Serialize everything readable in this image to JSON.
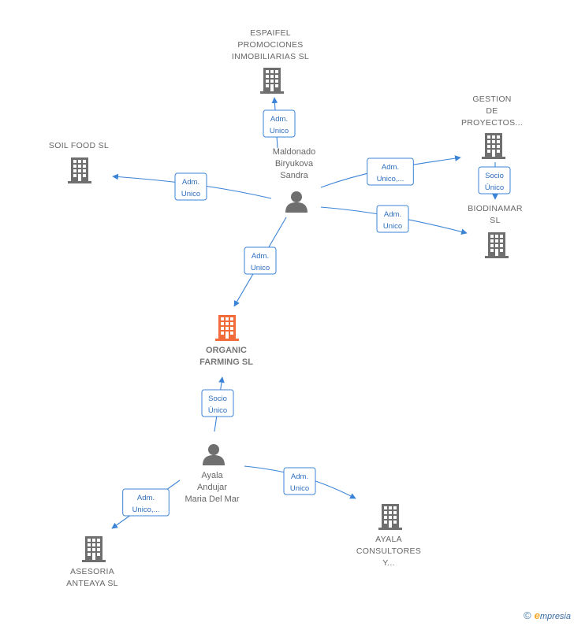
{
  "colors": {
    "edge": "#3b83d6",
    "building": "#6f6f6f",
    "main_building": "#f26b3a",
    "person": "#6f6f6f"
  },
  "nodes": [
    {
      "id": "espaifel",
      "type": "company",
      "lines": [
        "ESPAIFEL",
        "PROMOCIONES",
        "INMOBILIARIAS SL"
      ]
    },
    {
      "id": "gestion",
      "type": "company",
      "lines": [
        "GESTION",
        "DE",
        "PROYECTOS..."
      ]
    },
    {
      "id": "soilfood",
      "type": "company",
      "lines": [
        "SOIL FOOD  SL"
      ]
    },
    {
      "id": "maldonado",
      "type": "person",
      "lines": [
        "Maldonado",
        "Biryukova",
        "Sandra"
      ]
    },
    {
      "id": "biodinamar",
      "type": "company",
      "lines": [
        "BIODINAMAR",
        "SL"
      ]
    },
    {
      "id": "organic",
      "type": "main",
      "lines": [
        "ORGANIC",
        "FARMING  SL"
      ]
    },
    {
      "id": "ayala",
      "type": "person",
      "lines": [
        "Ayala",
        "Andujar",
        "Maria Del Mar"
      ]
    },
    {
      "id": "asesoria",
      "type": "company",
      "lines": [
        "ASESORIA",
        "ANTEAYA SL"
      ]
    },
    {
      "id": "ayalacons",
      "type": "company",
      "lines": [
        "AYALA",
        "CONSULTORES",
        "Y..."
      ]
    }
  ],
  "edges": [
    {
      "id": "e1",
      "from": "maldonado",
      "to": "espaifel",
      "label": [
        "Adm.",
        "Unico"
      ]
    },
    {
      "id": "e2",
      "from": "maldonado",
      "to": "soilfood",
      "label": [
        "Adm.",
        "Unico"
      ]
    },
    {
      "id": "e3",
      "from": "maldonado",
      "to": "gestion",
      "label": [
        "Adm.",
        "Unico,..."
      ]
    },
    {
      "id": "e4",
      "from": "maldonado",
      "to": "biodinamar",
      "label": [
        "Adm.",
        "Unico"
      ]
    },
    {
      "id": "e5",
      "from": "gestion",
      "to": "biodinamar",
      "label": [
        "Socio",
        "Único"
      ]
    },
    {
      "id": "e6",
      "from": "maldonado",
      "to": "organic",
      "label": [
        "Adm.",
        "Unico"
      ]
    },
    {
      "id": "e7",
      "from": "ayala",
      "to": "organic",
      "label": [
        "Socio",
        "Único"
      ]
    },
    {
      "id": "e8",
      "from": "ayala",
      "to": "asesoria",
      "label": [
        "Adm.",
        "Unico,..."
      ]
    },
    {
      "id": "e9",
      "from": "ayala",
      "to": "ayalacons",
      "label": [
        "Adm.",
        "Unico"
      ]
    }
  ],
  "footer": {
    "copyright": "©",
    "brand_initial": "e",
    "brand_rest": "mpresia"
  }
}
